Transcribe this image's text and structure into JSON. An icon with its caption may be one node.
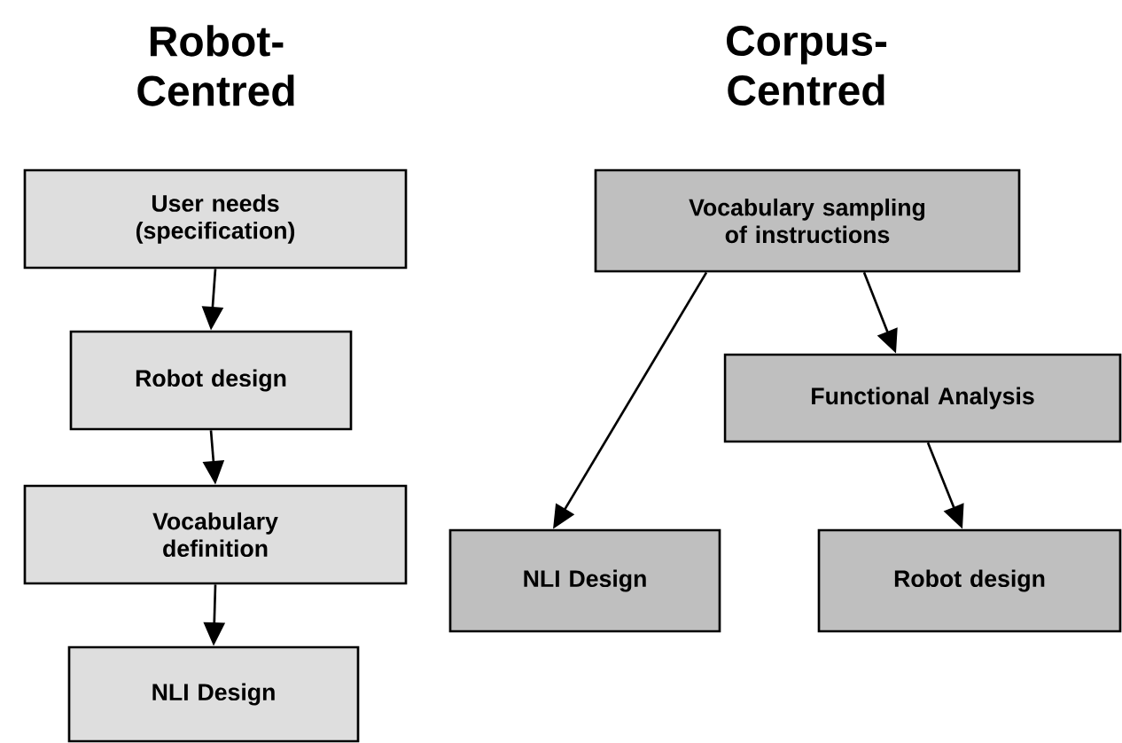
{
  "diagram": {
    "nodes": [
      {
        "text": [
          "User needs (specification)"
        ]
      },
      {
        "text": [
          "Robot design"
        ]
      },
      {
        "text": [
          "Vocabulary definition"
        ]
      },
      {
        "text": [
          "NLI Design"
        ]
      },
      {
        "text": [
          "Vocabulary sampling of instructions"
        ]
      },
      {
        "text": [
          "Functional Analysis"
        ]
      },
      {
        "text": [
          "NLI Design"
        ]
      },
      {
        "text": [
          "Robot design"
        ]
      }
    ],
    "edges": [
      {
        "from": 0,
        "to": 1,
        "arrow": "to"
      },
      {
        "from": 1,
        "to": 2,
        "arrow": "to"
      },
      {
        "from": 2,
        "to": 3,
        "arrow": "to"
      },
      {
        "from": 4,
        "to": 6,
        "arrow": "to"
      },
      {
        "from": 4,
        "to": 5,
        "arrow": "to"
      },
      {
        "from": 5,
        "to": 7,
        "arrow": "to"
      }
    ],
    "labels": [
      "Robot-Centred",
      "Corpus-Centred"
    ]
  }
}
